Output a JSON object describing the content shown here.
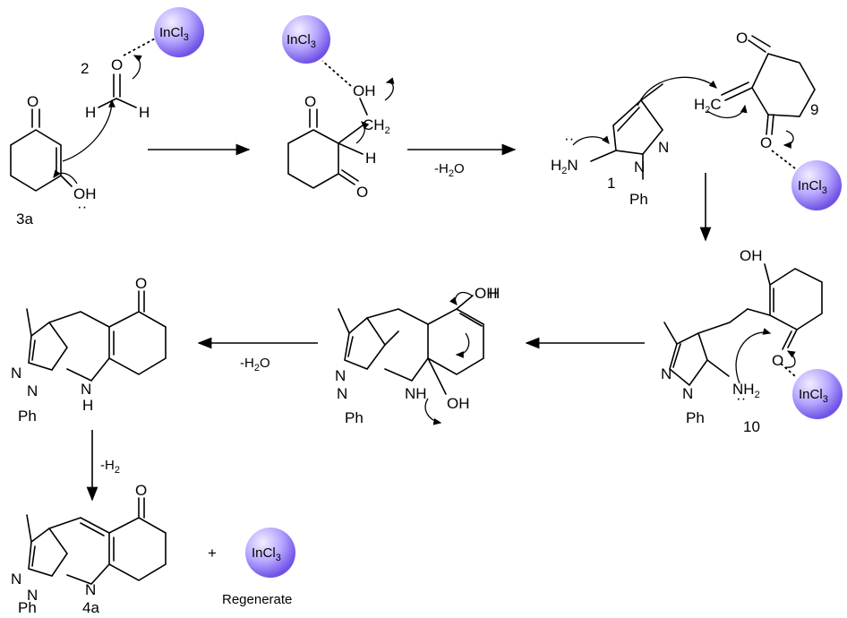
{
  "catalyst": {
    "label": "InCl",
    "subscript": "3",
    "color_light": "#ddd6ff",
    "color_dark": "#8a6df0"
  },
  "compounds": {
    "c3a": "3a",
    "c2": "2",
    "c1": "1",
    "c9": "9",
    "c10": "10",
    "c4a": "4a"
  },
  "atoms": {
    "O": "O",
    "OH": "OH",
    "H": "H",
    "CH": "CH",
    "two": "2",
    "N": "N",
    "NH": "NH",
    "H2N": "H",
    "NH2": "NH",
    "Ph": "Ph",
    "H2C": "H",
    "Hdot": "H"
  },
  "conditions": {
    "minus_h2o_1": "-H",
    "minus_h2o_2": "-H",
    "minus_h2": "-H",
    "two": "2",
    "O_after": "O"
  },
  "plus": "+",
  "regenerate": "Regenerate"
}
